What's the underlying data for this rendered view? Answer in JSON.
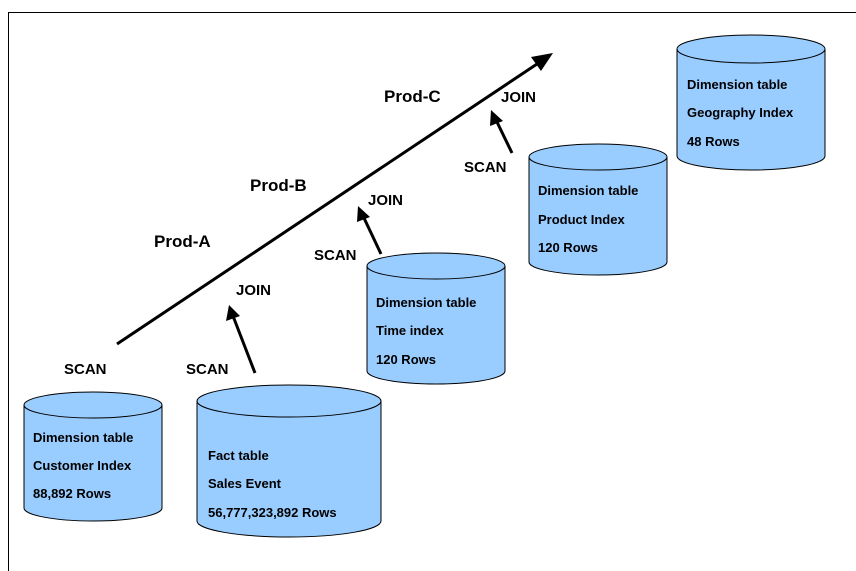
{
  "colors": {
    "cylinder_fill": "#99ccff",
    "stroke": "#000000",
    "background": "#ffffff"
  },
  "phases": {
    "prod_a": "Prod-A",
    "prod_b": "Prod-B",
    "prod_c": "Prod-C"
  },
  "ops": {
    "scan_customer": "SCAN",
    "scan_fact": "SCAN",
    "join_1": "JOIN",
    "scan_time": "SCAN",
    "join_2": "JOIN",
    "scan_product": "SCAN",
    "join_3": "JOIN"
  },
  "tables": {
    "customer": {
      "line1": "Dimension table",
      "line2": "Customer Index",
      "line3": "88,892  Rows"
    },
    "fact": {
      "line1": "Fact table",
      "line2": "Sales Event",
      "line3": "56,777,323,892  Rows"
    },
    "time": {
      "line1": "Dimension table",
      "line2": "Time index",
      "line3": "120 Rows"
    },
    "product": {
      "line1": "Dimension table",
      "line2": "Product Index",
      "line3": "120 Rows"
    },
    "geography": {
      "line1": "Dimension table",
      "line2": "Geography Index",
      "line3": "48 Rows"
    }
  }
}
